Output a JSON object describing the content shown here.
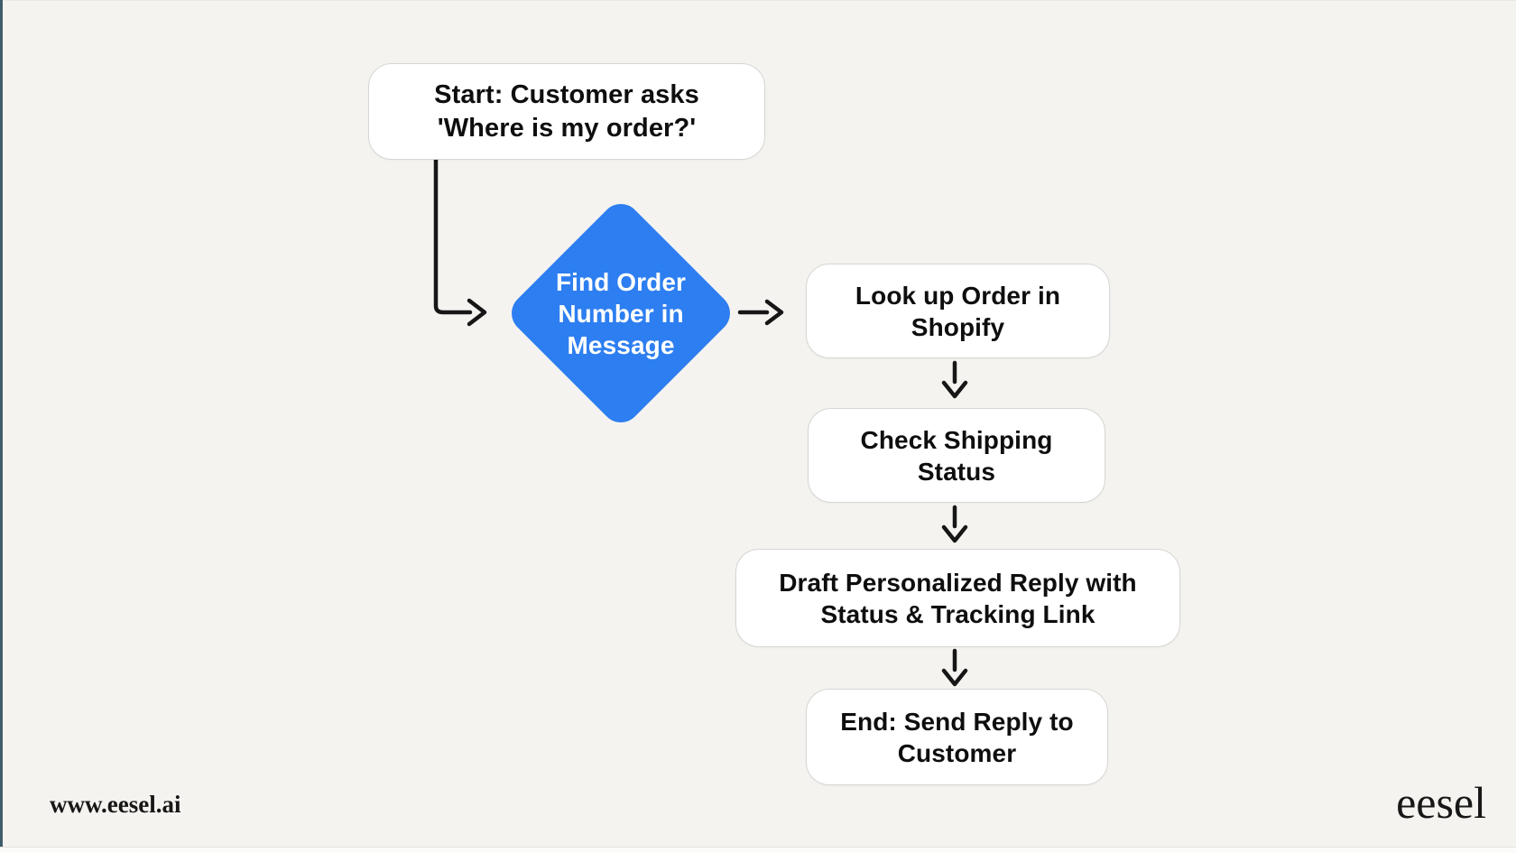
{
  "page": {
    "background_color": "#f5f3f0",
    "accent_blue": "#2d7ef0",
    "left_edge_border_color": "#3f5c68",
    "arrow_color": "#161616"
  },
  "flowchart": {
    "nodes": [
      {
        "id": "start",
        "shape": "rounded-rectangle",
        "label": "Start: Customer asks\n'Where is my order?'"
      },
      {
        "id": "find-order-number",
        "shape": "diamond",
        "label": "Find Order\nNumber in\nMessage",
        "fill": "#2d7ef0",
        "text_color": "#ffffff"
      },
      {
        "id": "lookup-order",
        "shape": "rounded-rectangle",
        "label": "Look up Order in\nShopify"
      },
      {
        "id": "check-shipping",
        "shape": "rounded-rectangle",
        "label": "Check Shipping\nStatus"
      },
      {
        "id": "draft-reply",
        "shape": "rounded-rectangle",
        "label": "Draft Personalized Reply with\nStatus & Tracking Link"
      },
      {
        "id": "end",
        "shape": "rounded-rectangle",
        "label": "End: Send Reply to\nCustomer"
      }
    ],
    "edges": [
      {
        "from": "start",
        "to": "find-order-number"
      },
      {
        "from": "find-order-number",
        "to": "lookup-order"
      },
      {
        "from": "lookup-order",
        "to": "check-shipping"
      },
      {
        "from": "check-shipping",
        "to": "draft-reply"
      },
      {
        "from": "draft-reply",
        "to": "end"
      }
    ]
  },
  "footer": {
    "website": "www.eesel.ai",
    "brand": "eesel"
  }
}
